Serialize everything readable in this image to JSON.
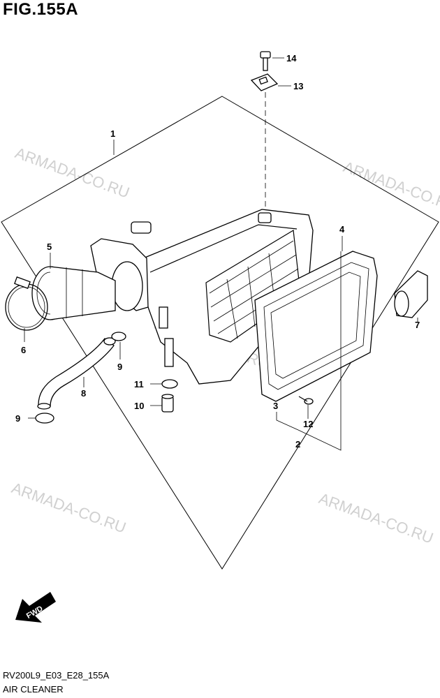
{
  "figure_title": "FIG.155A",
  "diagram_code": "RV200L9_E03_E28_155A",
  "section_name": "AIR CLEANER",
  "watermark_text": "ARMADA-CO.RU",
  "fwd_label": "FWD",
  "callouts": {
    "c1": "1",
    "c2": "2",
    "c3": "3",
    "c4": "4",
    "c5": "5",
    "c6": "6",
    "c7": "7",
    "c8": "8",
    "c9a": "9",
    "c9b": "9",
    "c10": "10",
    "c11": "11",
    "c12": "12",
    "c13": "13",
    "c14": "14"
  }
}
